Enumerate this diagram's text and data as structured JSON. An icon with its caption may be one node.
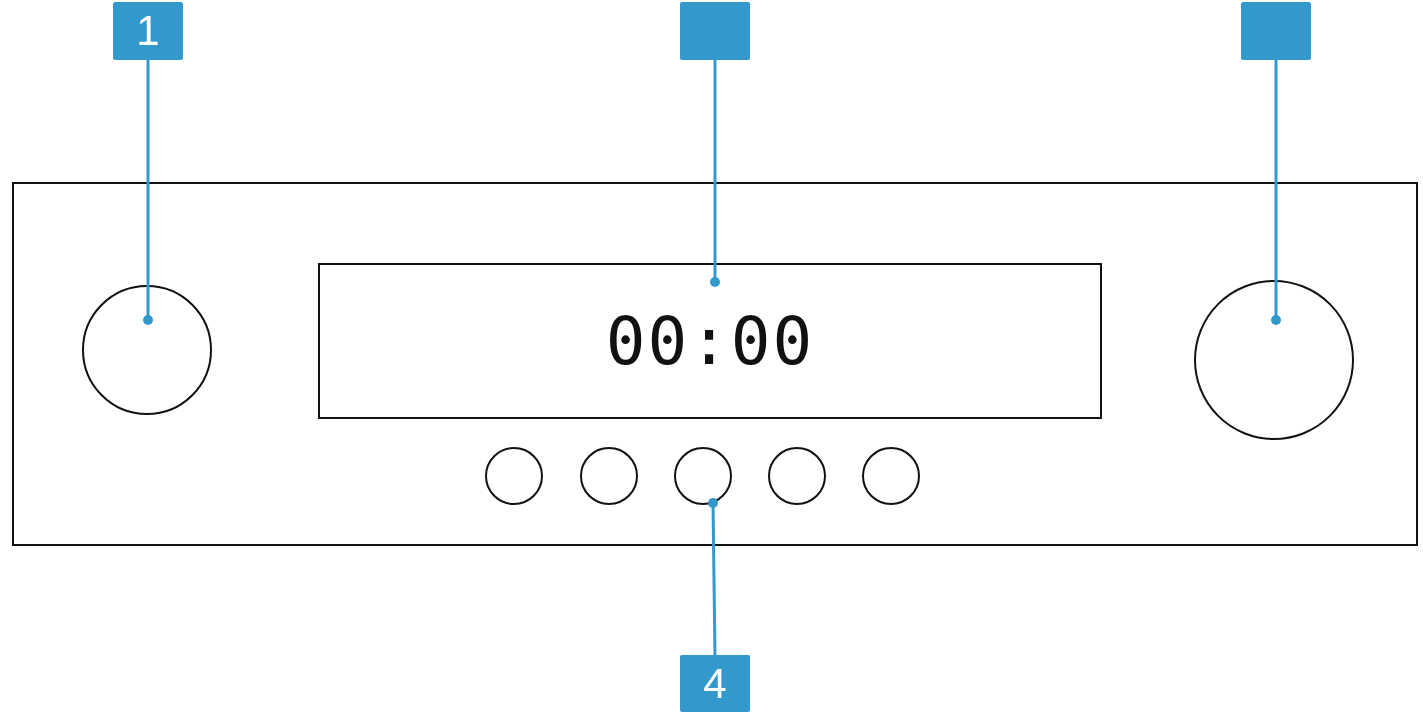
{
  "diagram": {
    "nodes": [
      {
        "text": [
          "1"
        ]
      },
      {
        "text": [],
        "shape": "box"
      },
      {
        "text": [],
        "shape": "box"
      },
      {
        "text": [],
        "shape": "box"
      },
      {
        "text": [],
        "shape": "circle",
        "in": 3
      },
      {
        "text": [
          "00:00"
        ],
        "in": 3
      },
      {
        "text": [],
        "shape": "circle",
        "in": 3
      },
      {
        "text": [],
        "shape": "circle",
        "in": 3
      },
      {
        "text": [],
        "shape": "circle",
        "in": 3
      },
      {
        "text": [],
        "shape": "circle",
        "in": 3
      },
      {
        "text": [],
        "shape": "circle",
        "in": 3
      },
      {
        "text": [],
        "shape": "circle",
        "in": 3
      },
      {
        "text": [
          "4"
        ]
      }
    ],
    "edges": [
      {
        "from": 0,
        "to": 4,
        "arrow": "other"
      },
      {
        "from": 1,
        "to": 5,
        "arrow": "other"
      },
      {
        "from": 2,
        "to": 6,
        "arrow": "other"
      },
      {
        "from": 12,
        "to": 9,
        "arrow": "other"
      }
    ]
  }
}
